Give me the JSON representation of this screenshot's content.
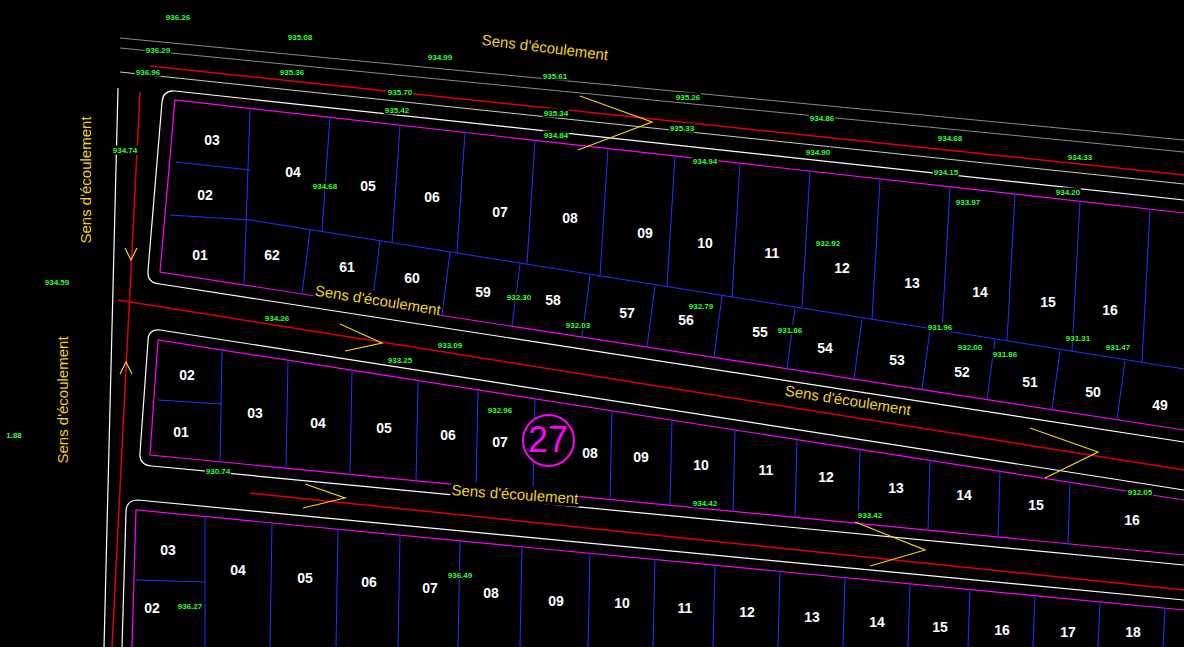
{
  "diagram": {
    "nodes": [
      {
        "text": [
          "27"
        ]
      }
    ],
    "labels": [
      "03",
      "02",
      "01",
      "04",
      "05",
      "06",
      "07",
      "08",
      "09",
      "10",
      "11",
      "12",
      "13",
      "14",
      "15",
      "16",
      "62",
      "61",
      "60",
      "59",
      "58",
      "57",
      "56",
      "55",
      "54",
      "53",
      "52",
      "51",
      "50",
      "49",
      "02",
      "01",
      "03",
      "04",
      "05",
      "06",
      "07",
      "08",
      "09",
      "10",
      "11",
      "12",
      "13",
      "14",
      "15",
      "16",
      "03",
      "02",
      "04",
      "05",
      "06",
      "07",
      "08",
      "09",
      "10",
      "11",
      "12",
      "13",
      "14",
      "15",
      "16",
      "17",
      "18",
      "Sens d'écoulement",
      "Sens d'écoulement",
      "Sens d'écoulement",
      "Sens d'écoulement",
      "Sens d'écoulement",
      "Sens d'écoulement",
      "936.26",
      "935.08",
      "936.29",
      "934.99",
      "936.96",
      "935.36",
      "935.61",
      "935.70",
      "935.42",
      "935.34",
      "934.84",
      "935.26",
      "935.33",
      "934.94",
      "934.86",
      "934.90",
      "934.68",
      "934.33",
      "934.15",
      "934.20",
      "933.97",
      "934.74",
      "934.59",
      "1.88",
      "934.68",
      "932.92",
      "932.30",
      "932.03",
      "932.79",
      "931.86",
      "931.96",
      "932.00",
      "931.86",
      "931.31",
      "931.47",
      "934.26",
      "933.25",
      "933.09",
      "932.96",
      "930.74",
      "934.42",
      "932.05",
      "933.42",
      "936.49",
      "936.27"
    ]
  }
}
